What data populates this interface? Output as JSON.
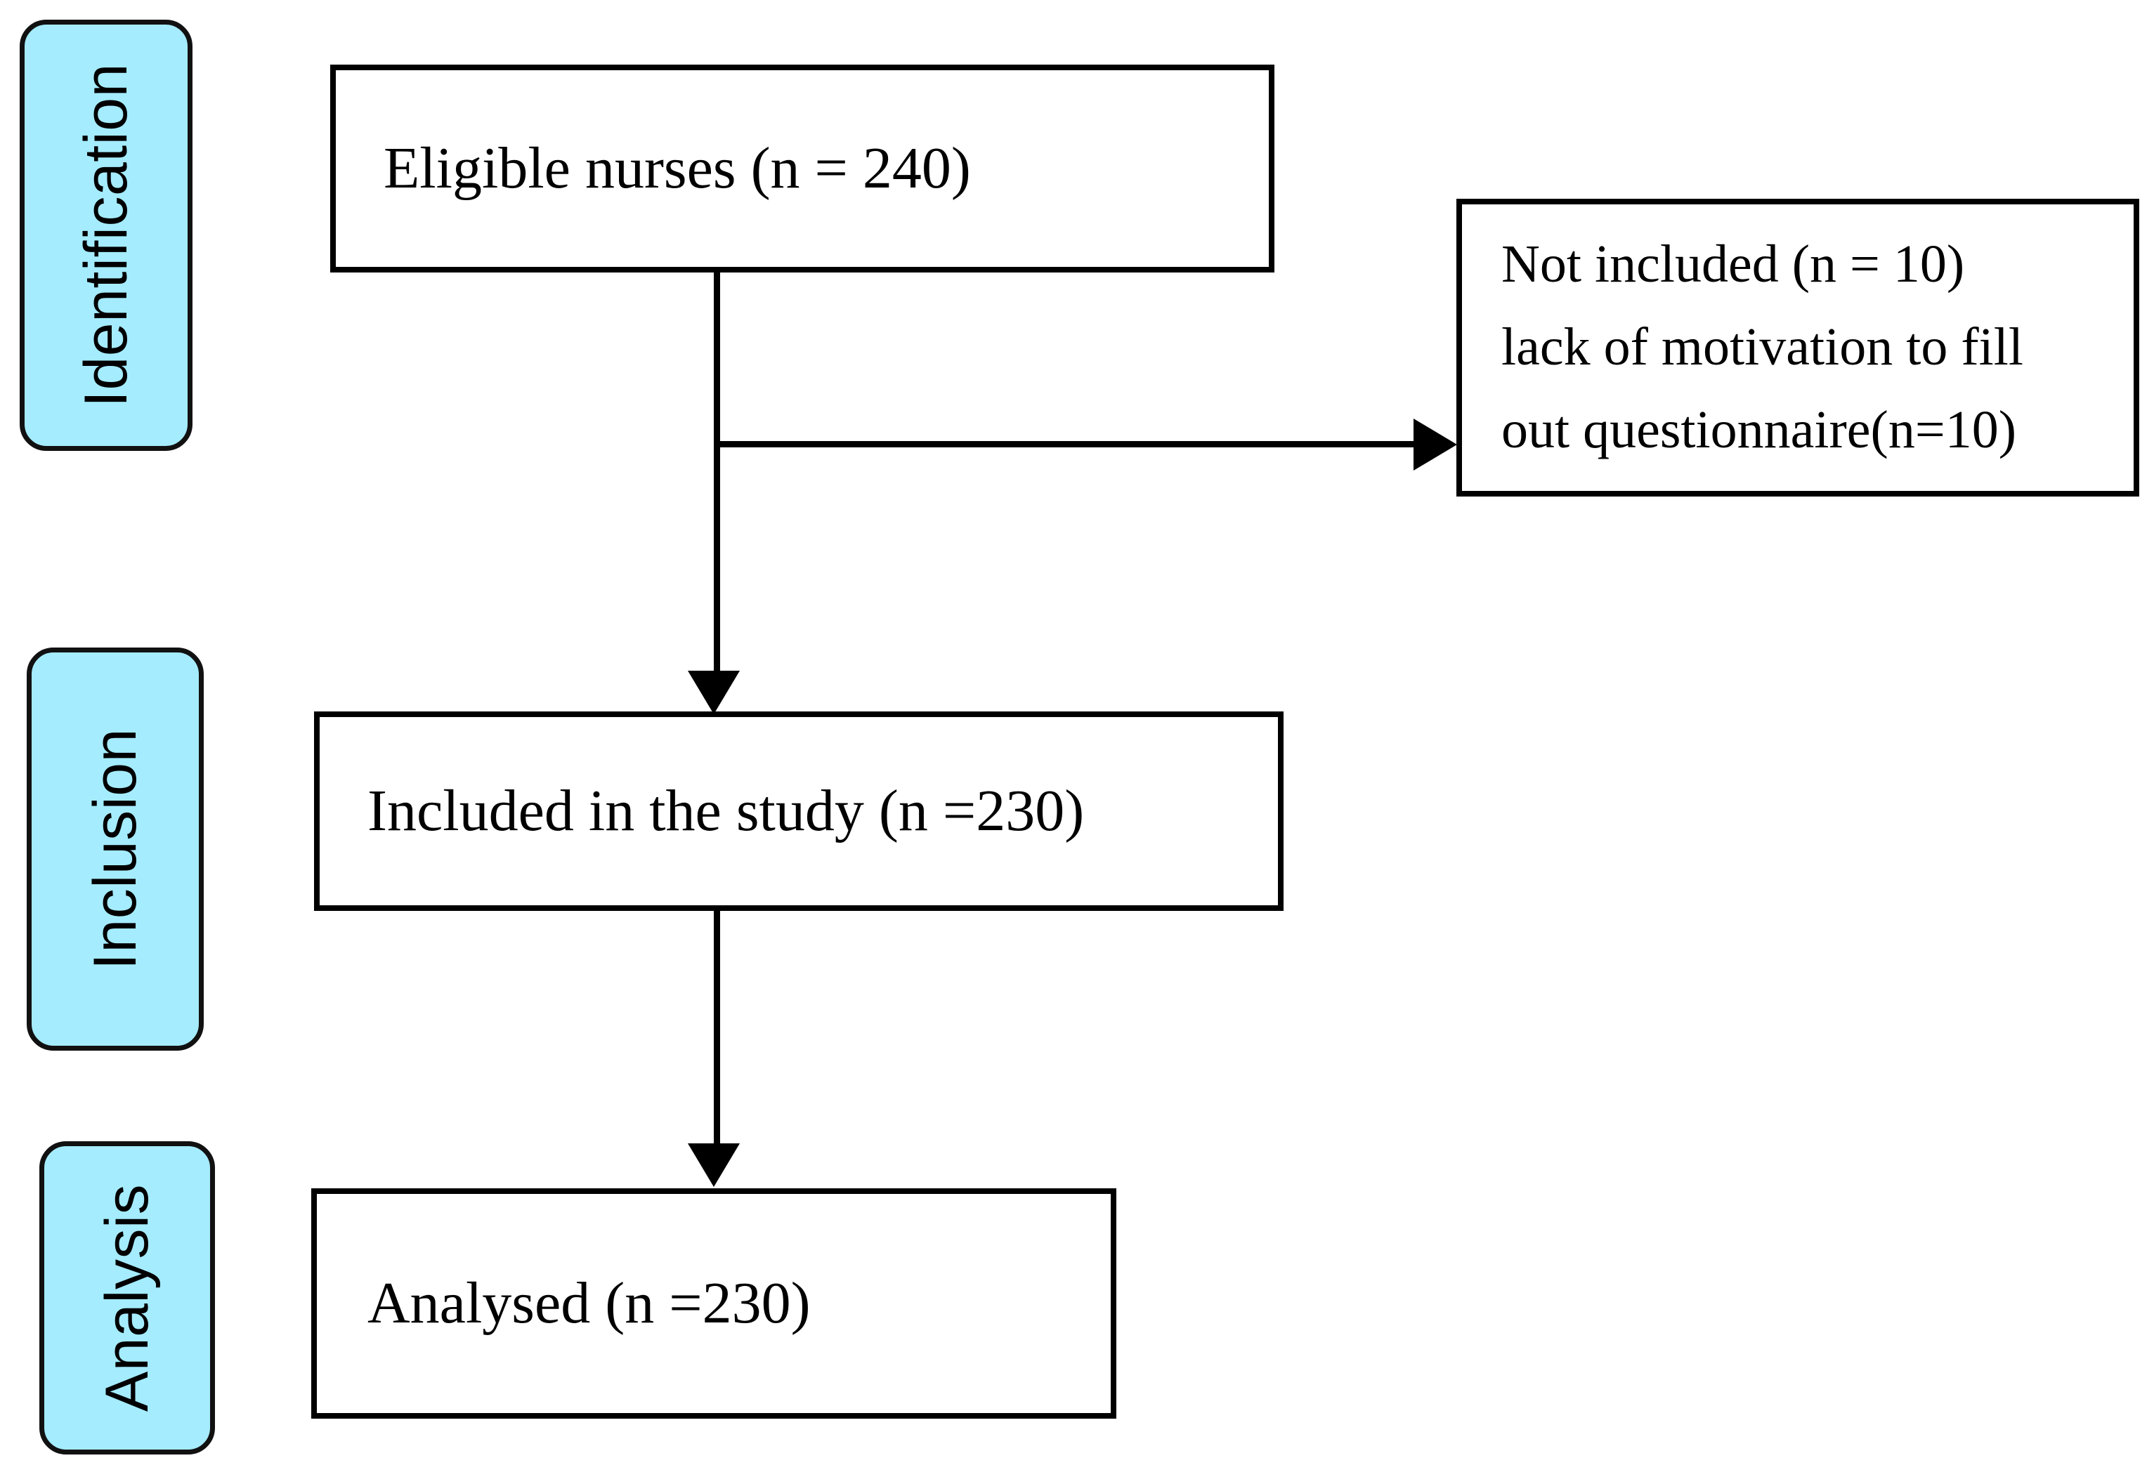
{
  "diagram": {
    "type": "prisma-flow-diagram",
    "accent_color": "#a5ecff",
    "line_color": "#000000",
    "background_color": "#ffffff"
  },
  "stages": [
    {
      "id": "identification",
      "label": "Identification"
    },
    {
      "id": "inclusion",
      "label": "Inclusion"
    },
    {
      "id": "analysis",
      "label": "Analysis"
    }
  ],
  "boxes": {
    "eligible": {
      "text": "Eligible nurses (n = 240)"
    },
    "included": {
      "text": "Included in the study (n =230)"
    },
    "analysed": {
      "text": "Analysed (n =230)"
    },
    "excluded": {
      "lines": [
        "Not included (n = 10)",
        "lack of motivation to fill",
        "out questionnaire(n=10)"
      ]
    }
  }
}
